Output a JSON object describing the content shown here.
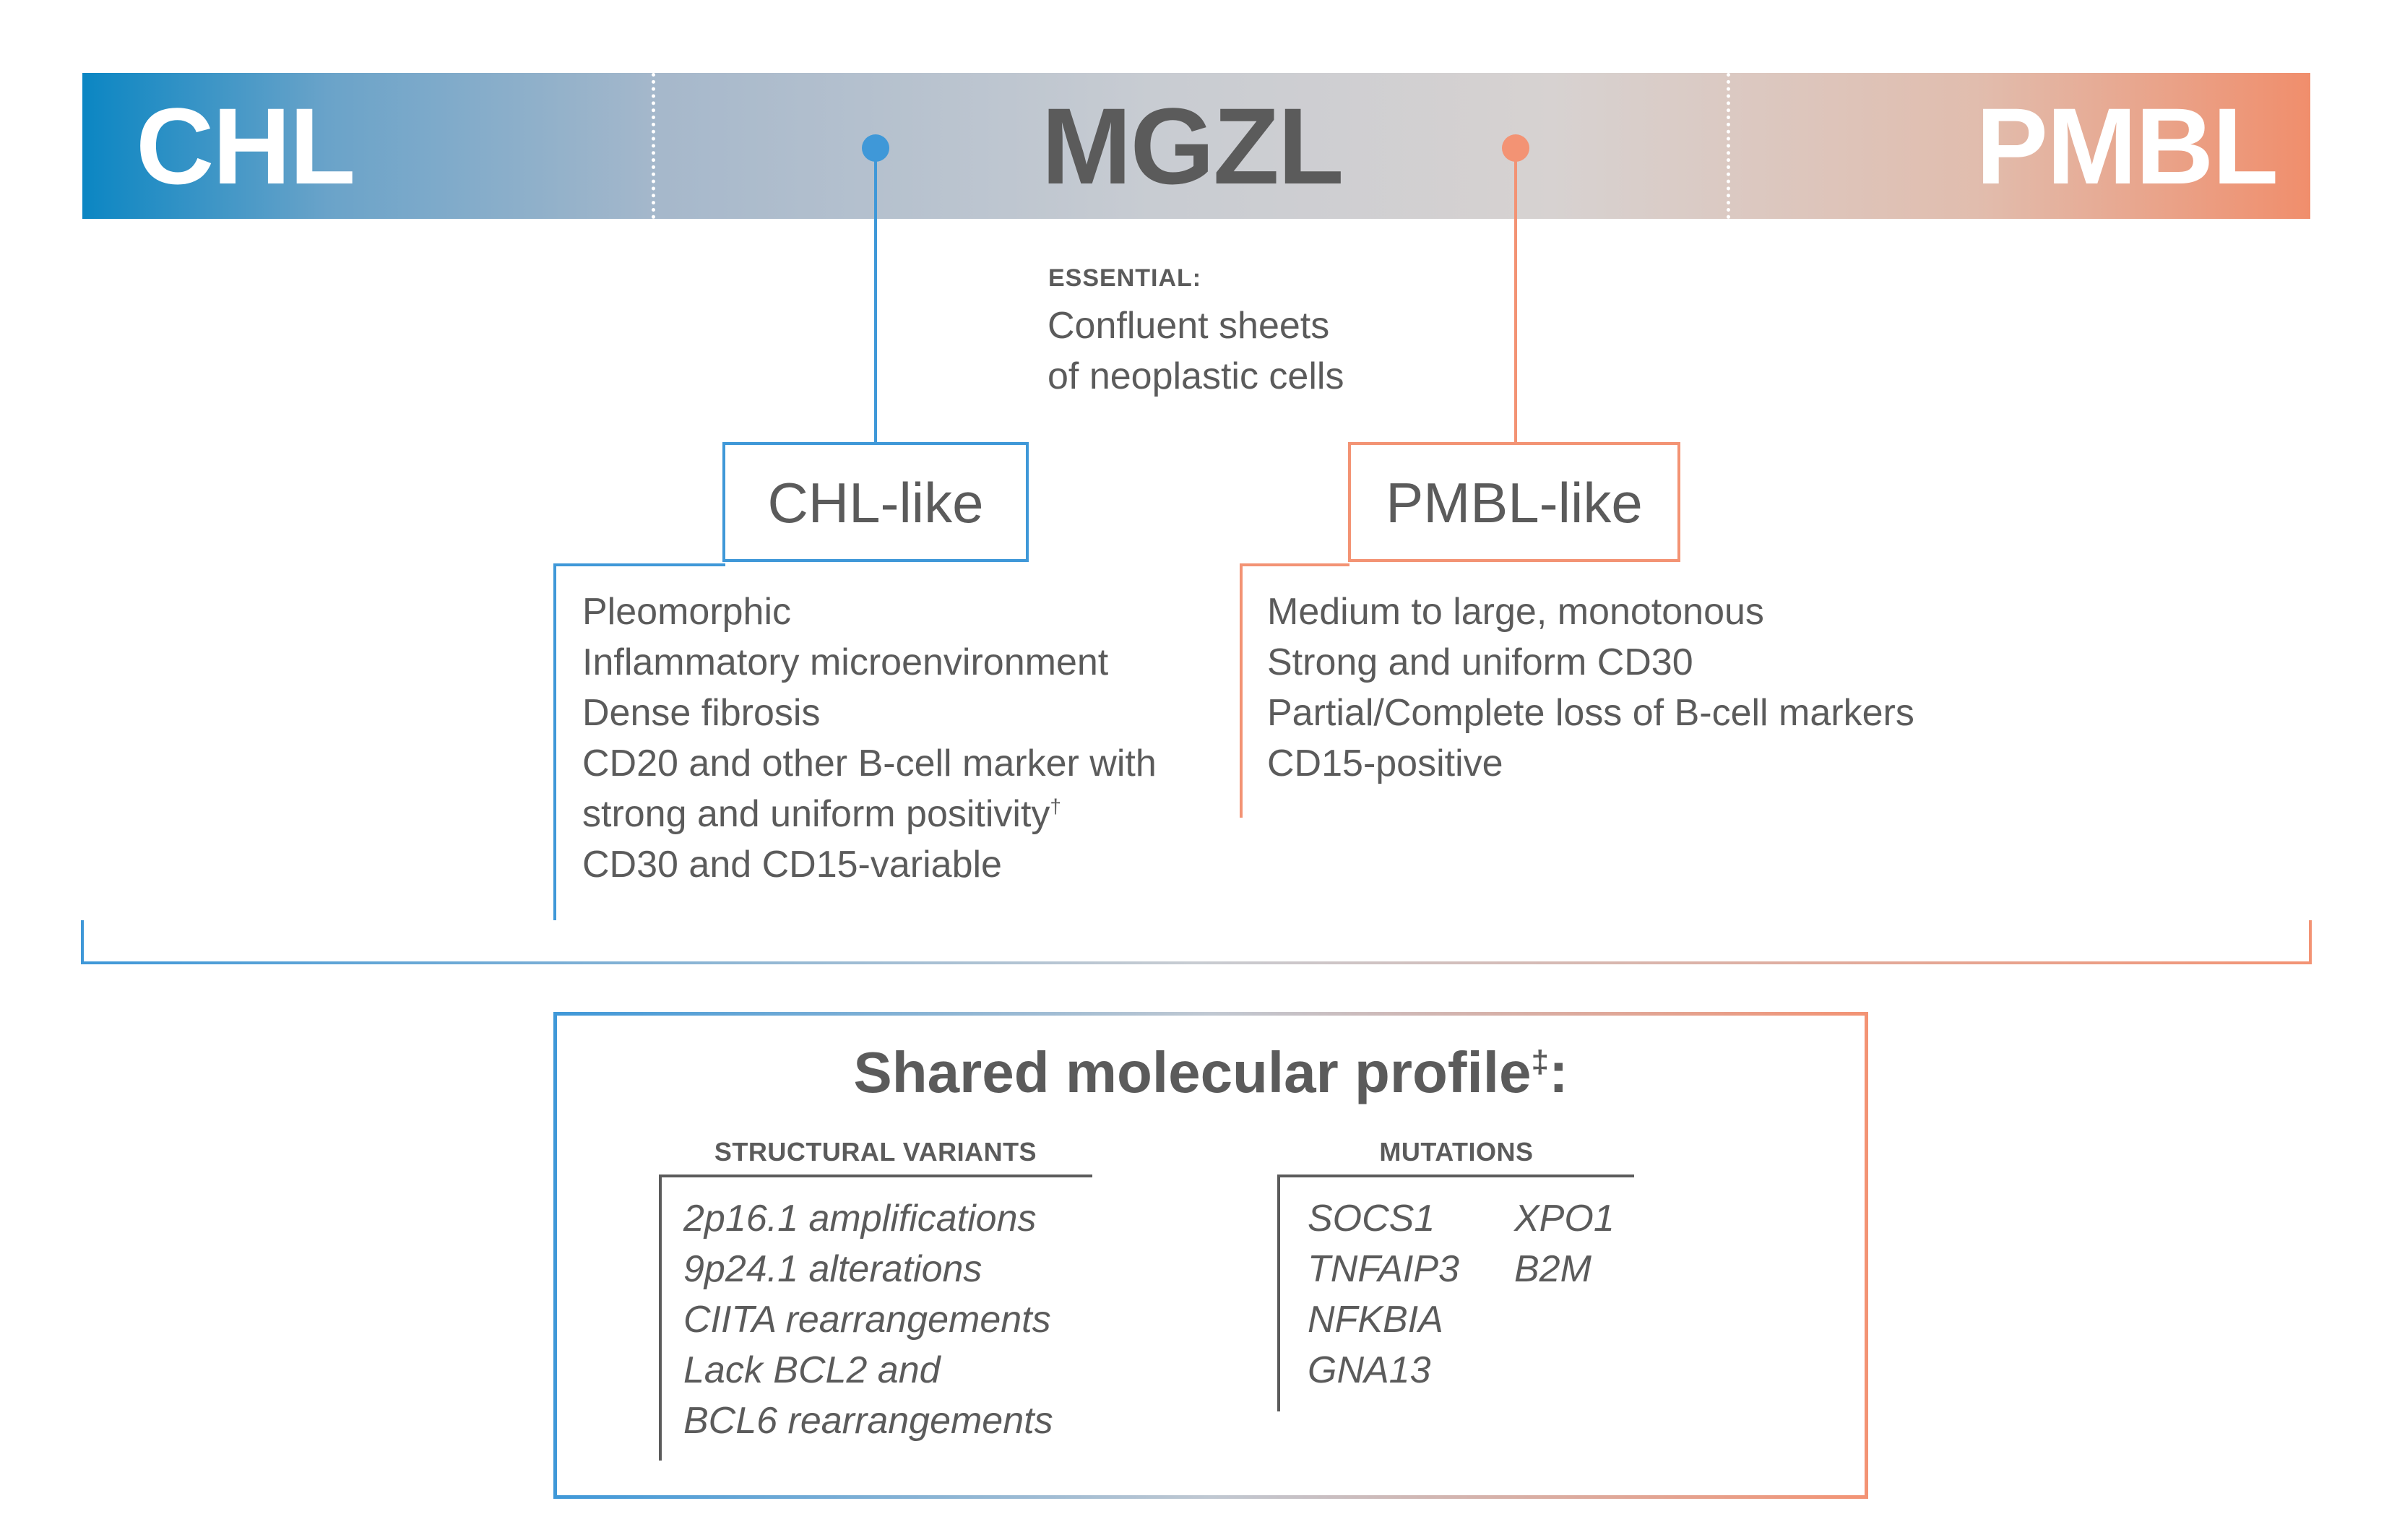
{
  "spectrum": {
    "left_label": "CHL",
    "center_label": "MGZL",
    "right_label": "PMBL",
    "left_color": "#0b86c3",
    "right_color": "#f08e6c"
  },
  "essential": {
    "heading": "ESSENTIAL:",
    "lines": [
      "Confluent sheets",
      "of neoplastic cells"
    ]
  },
  "chl_like": {
    "title": "CHL-like",
    "color": "#3f98d8",
    "features": [
      "Pleomorphic",
      "Inflammatory microenvironment",
      "Dense fibrosis",
      "CD20 and other B-cell marker with",
      "strong and uniform positivity",
      "CD30 and CD15-variable"
    ],
    "footnote_mark": "†"
  },
  "pmbl_like": {
    "title": "PMBL-like",
    "color": "#f39374",
    "features": [
      "Medium to large, monotonous",
      "Strong and uniform CD30",
      "Partial/Complete loss of B-cell markers",
      "CD15-positive"
    ]
  },
  "shared": {
    "title": "Shared molecular profile",
    "title_mark": "‡",
    "title_suffix": ":",
    "structural_variants": {
      "heading": "STRUCTURAL VARIANTS",
      "items": [
        "2p16.1 amplifications",
        "9p24.1 alterations",
        "CIITA rearrangements",
        "Lack BCL2 and",
        "BCL6 rearrangements"
      ]
    },
    "mutations": {
      "heading": "MUTATIONS",
      "column1": [
        "SOCS1",
        "TNFAIP3",
        "NFKBIA",
        "GNA13"
      ],
      "column2": [
        "XPO1",
        "B2M"
      ]
    }
  }
}
